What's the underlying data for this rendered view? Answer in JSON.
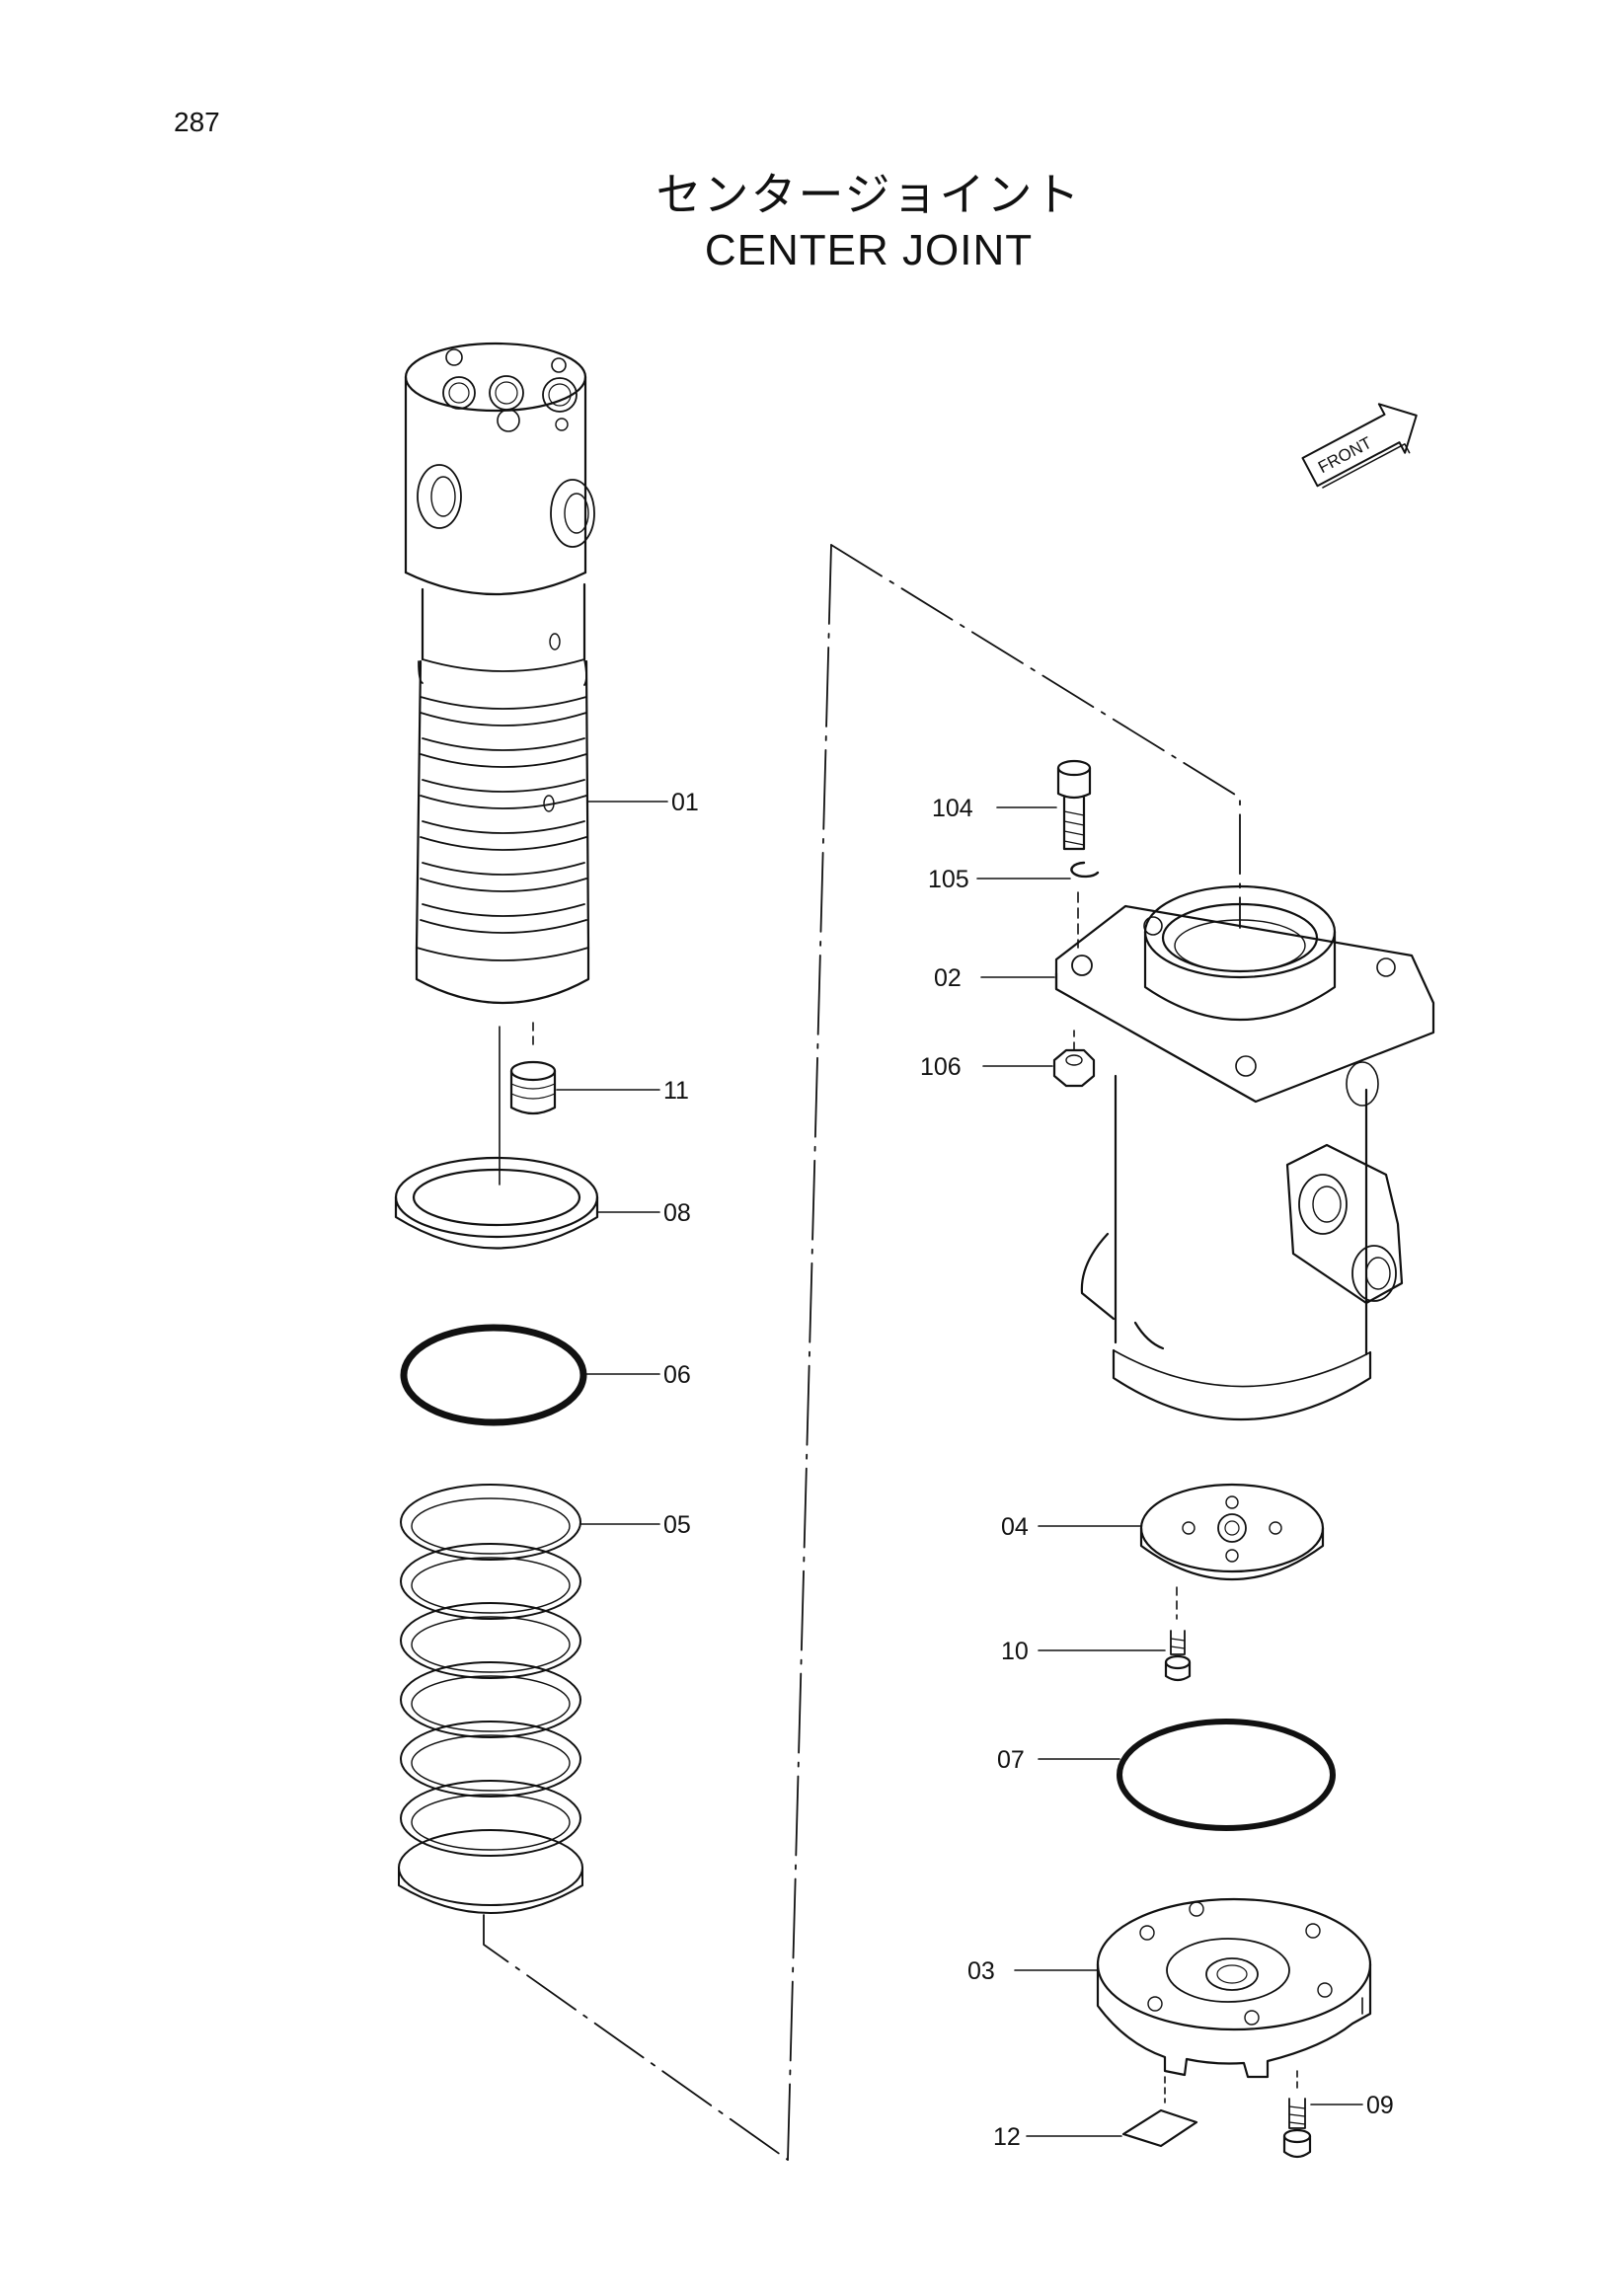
{
  "page": {
    "number": "287",
    "title_jp": "センタージョイント",
    "title_en": "CENTER JOINT"
  },
  "orientation_marker": {
    "text": "FRONT",
    "icon": "front-arrow-icon"
  },
  "callouts": [
    {
      "id": "p01",
      "label": "01"
    },
    {
      "id": "p02",
      "label": "02"
    },
    {
      "id": "p03",
      "label": "03"
    },
    {
      "id": "p04",
      "label": "04"
    },
    {
      "id": "p05",
      "label": "05"
    },
    {
      "id": "p06",
      "label": "06"
    },
    {
      "id": "p07",
      "label": "07"
    },
    {
      "id": "p08",
      "label": "08"
    },
    {
      "id": "p09",
      "label": "09"
    },
    {
      "id": "p10",
      "label": "10"
    },
    {
      "id": "p11",
      "label": "11"
    },
    {
      "id": "p12",
      "label": "12"
    },
    {
      "id": "p104",
      "label": "104"
    },
    {
      "id": "p105",
      "label": "105"
    },
    {
      "id": "p106",
      "label": "106"
    }
  ],
  "colors": {
    "ink": "#111111",
    "paper": "#ffffff"
  }
}
